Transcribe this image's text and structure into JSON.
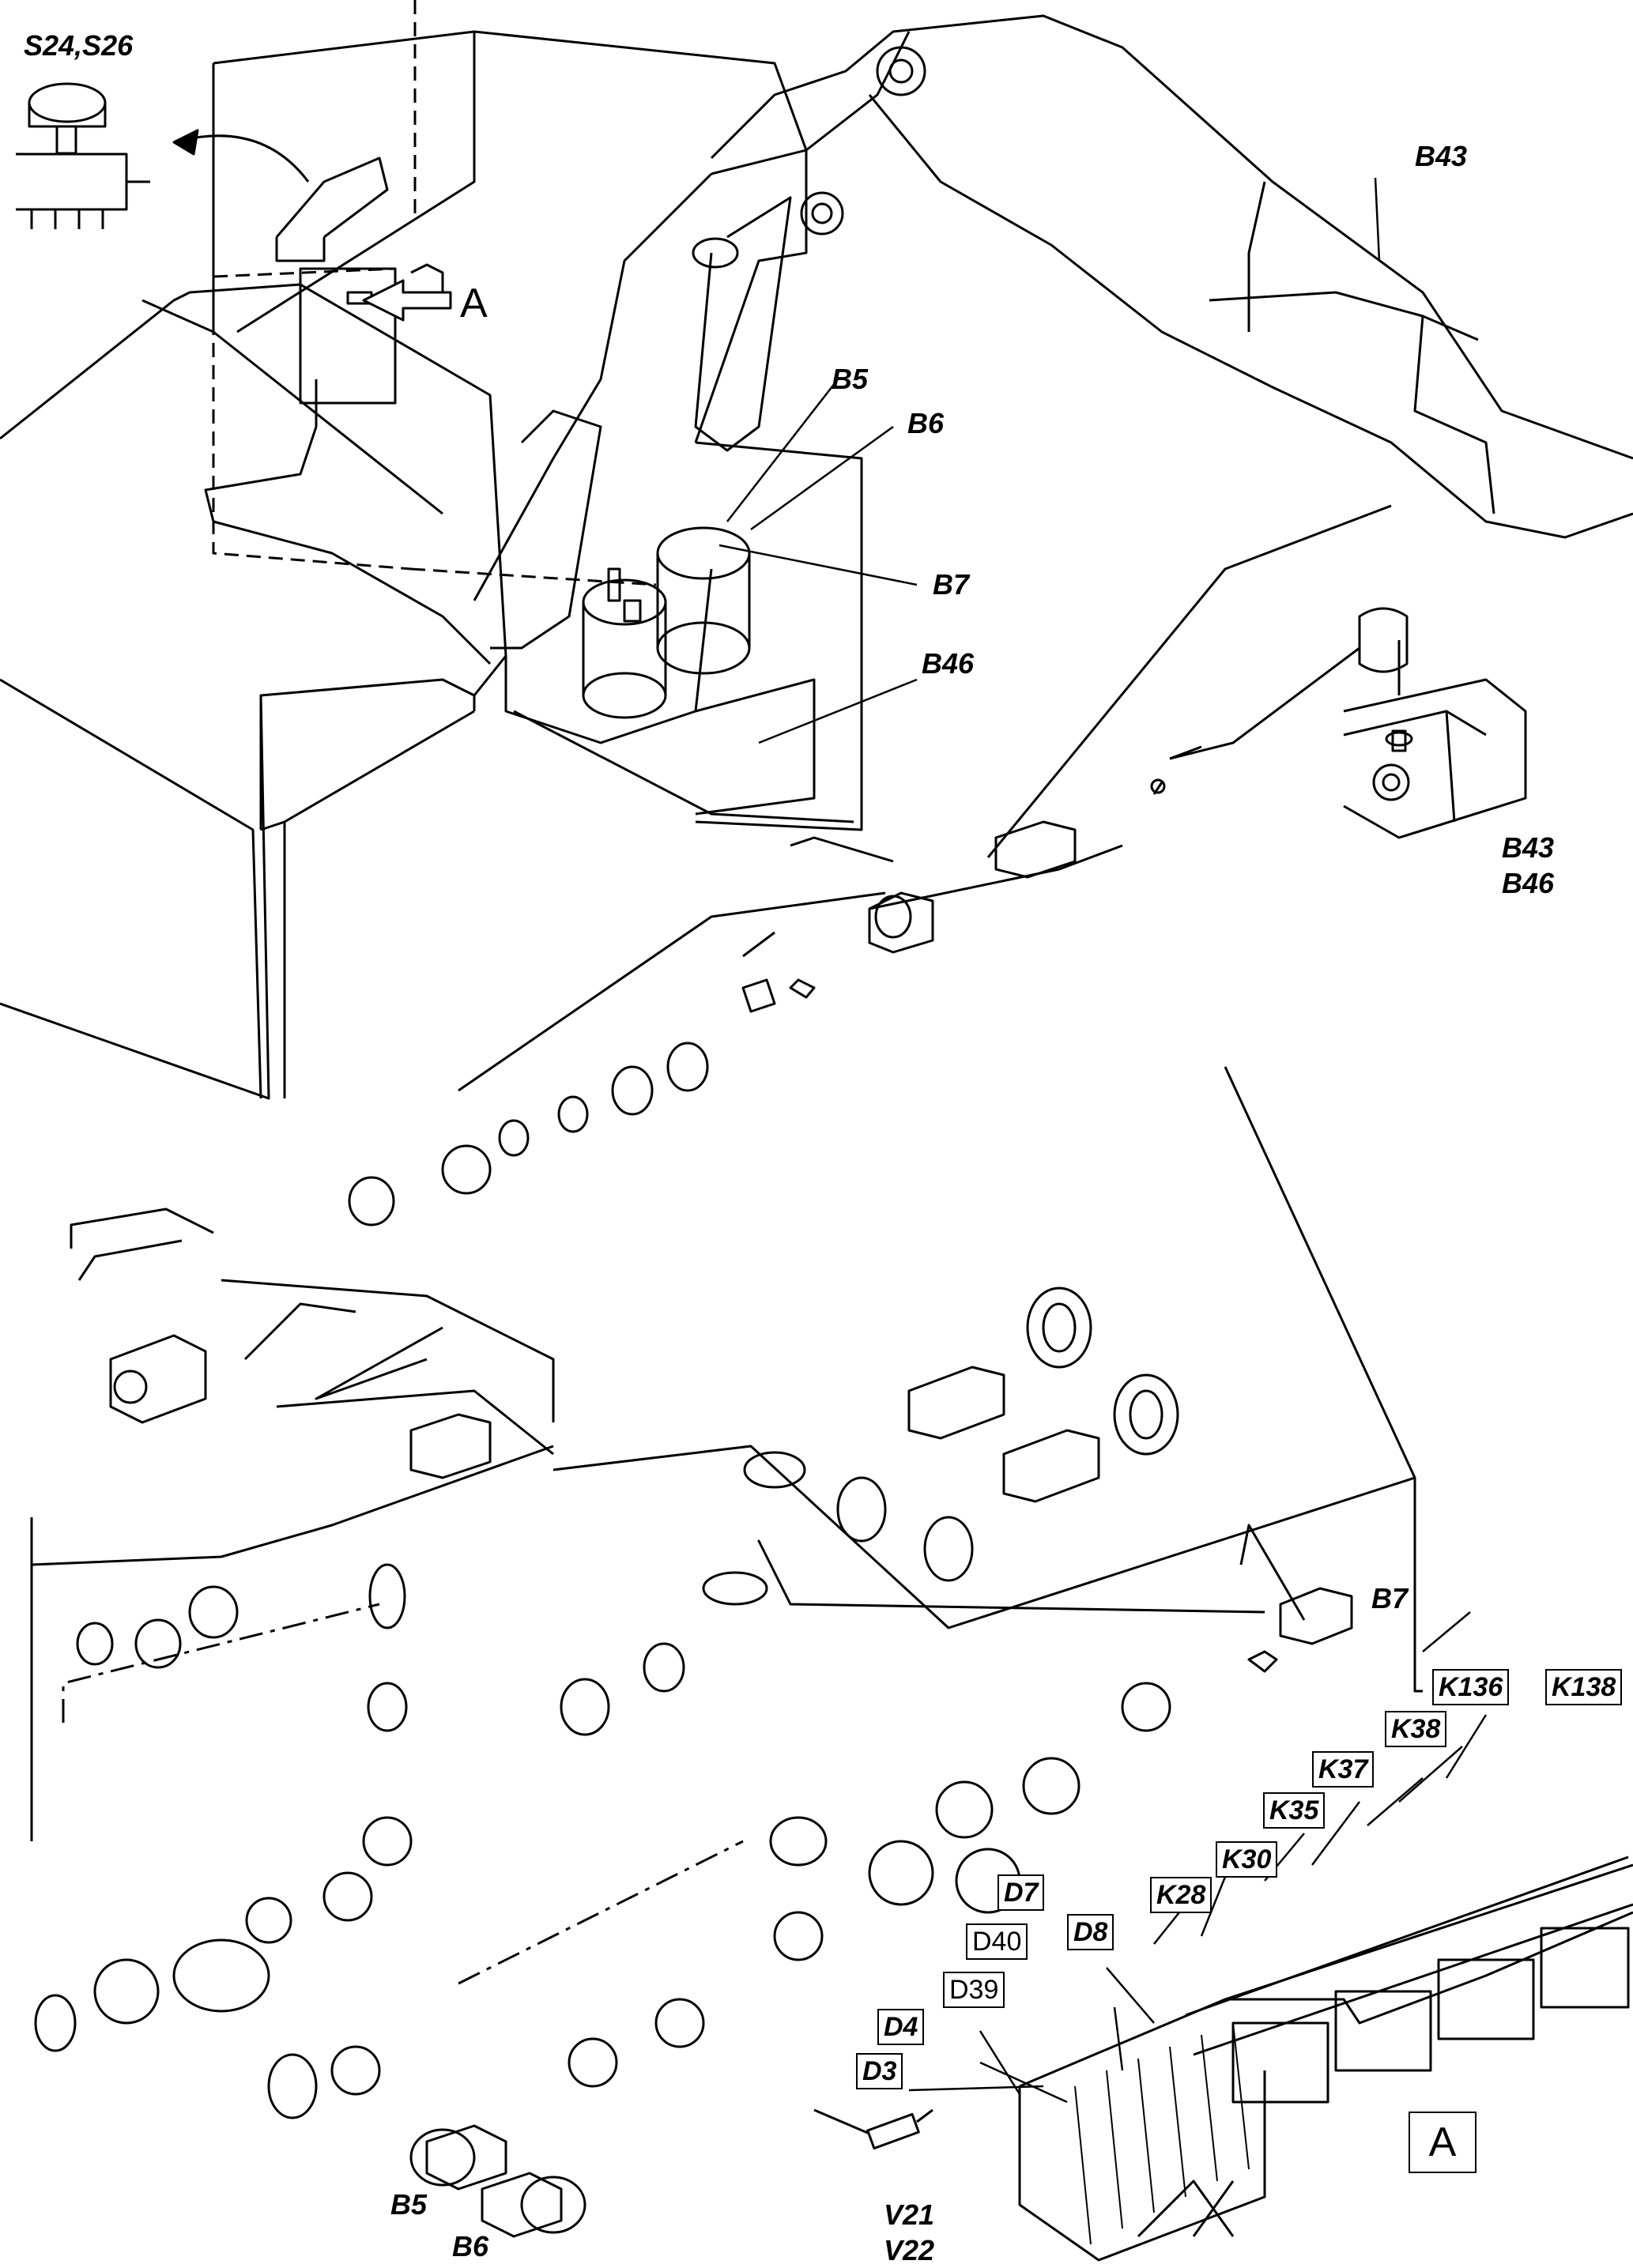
{
  "callouts": {
    "s24_s26": "S24,S26",
    "a_marker": "A",
    "b43_top": "B43",
    "b5_top": "B5",
    "b6_top": "B6",
    "b7_top": "B7",
    "b46_top": "B46",
    "b43_b46_line1": "B43",
    "b43_b46_line2": "B46",
    "b7_mid": "B7",
    "b5_bottom": "B5",
    "b6_bottom": "B6",
    "v21": "V21",
    "v22": "V22",
    "a_box": "A"
  },
  "relay_labels": {
    "k136": "K136",
    "k138": "K138",
    "k38": "K38",
    "k37": "K37",
    "k35": "K35",
    "k30": "K30",
    "k28": "K28",
    "d7": "D7",
    "d8": "D8",
    "d40": "D40",
    "d39": "D39",
    "d4": "D4",
    "d3": "D3"
  }
}
